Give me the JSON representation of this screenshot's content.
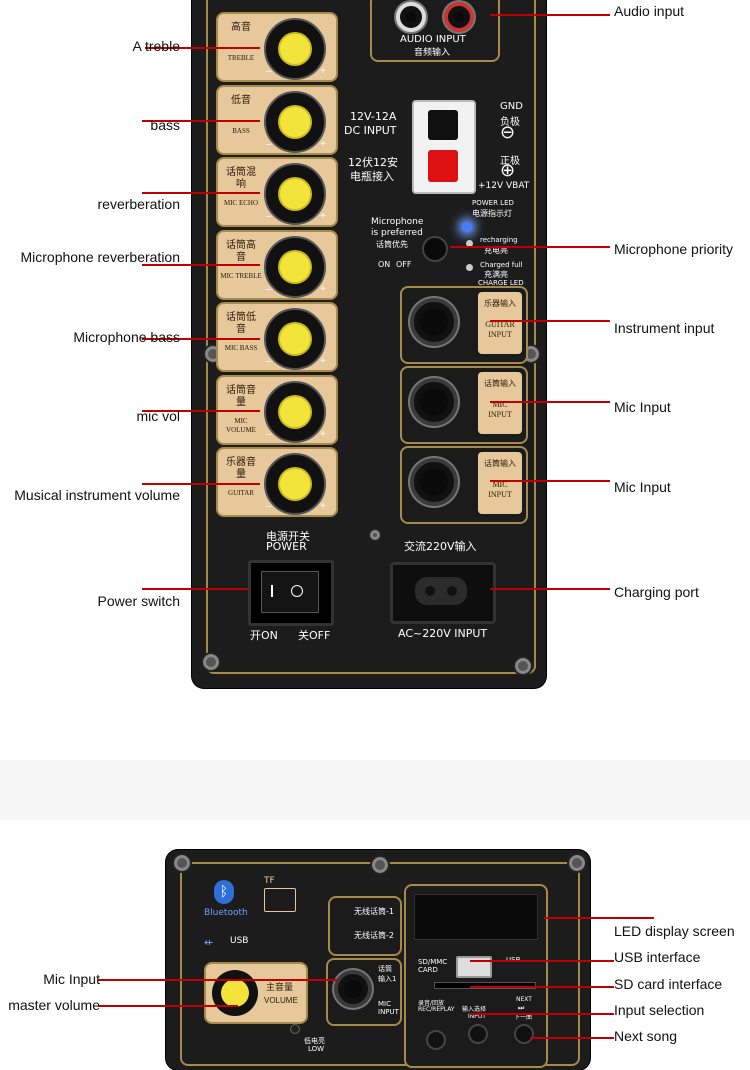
{
  "top_labels_left": [
    "A treble",
    "bass",
    "reverberation",
    "Microphone reverberation",
    "Microphone bass",
    "mic vol",
    "Musical instrument volume",
    "Power switch"
  ],
  "top_labels_right": [
    "Audio input",
    "Microphone priority",
    "Instrument input",
    "Mic Input",
    "Mic Input",
    "Charging port"
  ],
  "panel1": {
    "audio_input": "AUDIO INPUT",
    "audio_input_cn": "音频输入",
    "dc_input_1": "12V-12A",
    "dc_input_2": "DC INPUT",
    "dc_cn_1": "12伏12安",
    "dc_cn_2": "电瓶接入",
    "gnd": "GND",
    "gnd_cn": "负极",
    "pos_cn": "正极",
    "vbat": "+12V VBAT",
    "power_led": "POWER LED",
    "power_led_cn": "电源指示灯",
    "mic_pref_1": "Microphone",
    "mic_pref_2": "is preferred",
    "mic_pref_cn": "话筒优先",
    "on": "ON",
    "off": "OFF",
    "recharging": "recharging",
    "recharging_cn": "充电亮",
    "charged_full": "Charged full",
    "charged_full_cn": "充满亮",
    "charge_led": "CHARGE LED",
    "knobs": [
      {
        "cn": "高音",
        "en": "TREBLE"
      },
      {
        "cn": "低音",
        "en": "BASS"
      },
      {
        "cn": "话筒混响",
        "en": "MIC ECHO"
      },
      {
        "cn": "话筒高音",
        "en": "MIC TREBLE"
      },
      {
        "cn": "话筒低音",
        "en": "MIC BASS"
      },
      {
        "cn": "话筒音量",
        "en": "MIC VOLUME"
      },
      {
        "cn": "乐器音量",
        "en": "GUITAR"
      }
    ],
    "jacks": [
      {
        "cn": "乐器输入",
        "en": "GUITAR INPUT"
      },
      {
        "cn": "话筒输入",
        "en": "MIC INPUT"
      },
      {
        "cn": "话筒输入",
        "en": "MIC INPUT"
      }
    ],
    "power_cn": "电源开关",
    "power": "POWER",
    "switch_on": "开ON",
    "switch_off": "关OFF",
    "ac_cn": "交流220V输入",
    "ac_input": "AC~220V INPUT"
  },
  "bottom_labels_left": [
    "Mic Input",
    "master volume"
  ],
  "bottom_labels_right": [
    "LED display screen",
    "USB interface",
    "SD card interface",
    "Input selection",
    "Next song"
  ],
  "panel2": {
    "bluetooth": "Bluetooth",
    "tf": "TF",
    "usb": "USB",
    "wireless1": "无线话筒-1",
    "wireless2": "无线话筒-2",
    "volume_cn": "主音量",
    "volume": "VOLUME",
    "mic_input_cn": "话筒输入1",
    "mic_input": "MIC INPUT",
    "sd_card": "SD/MMC CARD",
    "usb2": "USB",
    "rec_cn": "录音/回放",
    "rec": "REC/REPLAY",
    "input_cn": "输入选择",
    "input": "INPUT",
    "next": "NEXT",
    "next_cn": "下一曲",
    "low_cn": "低电亮",
    "low": "LOW"
  }
}
